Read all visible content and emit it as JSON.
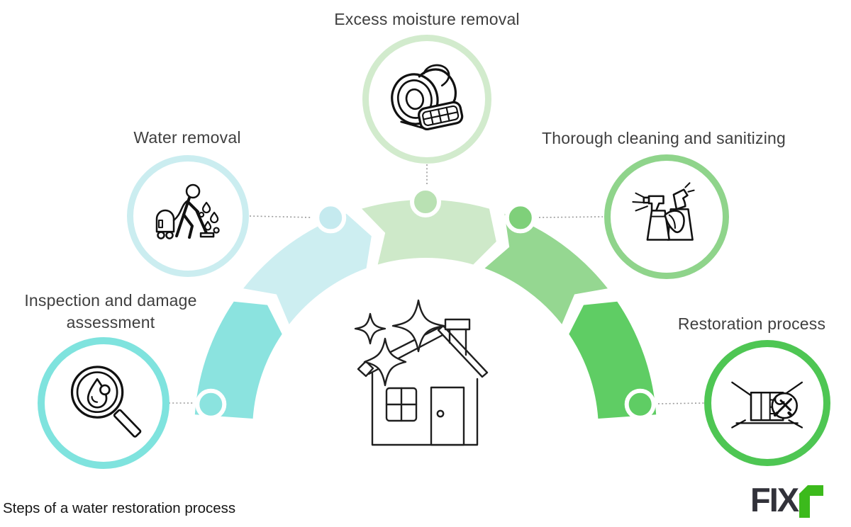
{
  "caption": "Steps of a water restoration process",
  "caption_color": "#161616",
  "label_color": "#3f3f3f",
  "connector_color": "#9a9a9a",
  "center_icon": "sparkling-clean-house-icon",
  "logo": {
    "text": "FIX",
    "text_color": "#32323A",
    "r_color": "#3CBA1C"
  },
  "steps": [
    {
      "label": "Inspection and damage assessment",
      "icon": "magnifier-water-drop-icon",
      "ring_color": "#7FE3DE",
      "segment_color": "#8BE3DF",
      "node_color": "#8BE3DF"
    },
    {
      "label": "Water removal",
      "icon": "wet-vacuum-person-icon",
      "ring_color": "#CBEDF0",
      "segment_color": "#CDEEF1",
      "node_color": "#C5EAEF"
    },
    {
      "label": "Excess moisture removal",
      "icon": "air-mover-icon",
      "ring_color": "#D2EBCD",
      "segment_color": "#CEE9C9",
      "node_color": "#B9E1B3"
    },
    {
      "label": "Thorough cleaning and sanitizing",
      "icon": "spray-bottles-icon",
      "ring_color": "#8FD48B",
      "segment_color": "#95D791",
      "node_color": "#7FD07A"
    },
    {
      "label": "Restoration process",
      "icon": "restored-room-tools-icon",
      "ring_color": "#4EC653",
      "segment_color": "#5FCD64",
      "node_color": "#5FCD64"
    }
  ]
}
